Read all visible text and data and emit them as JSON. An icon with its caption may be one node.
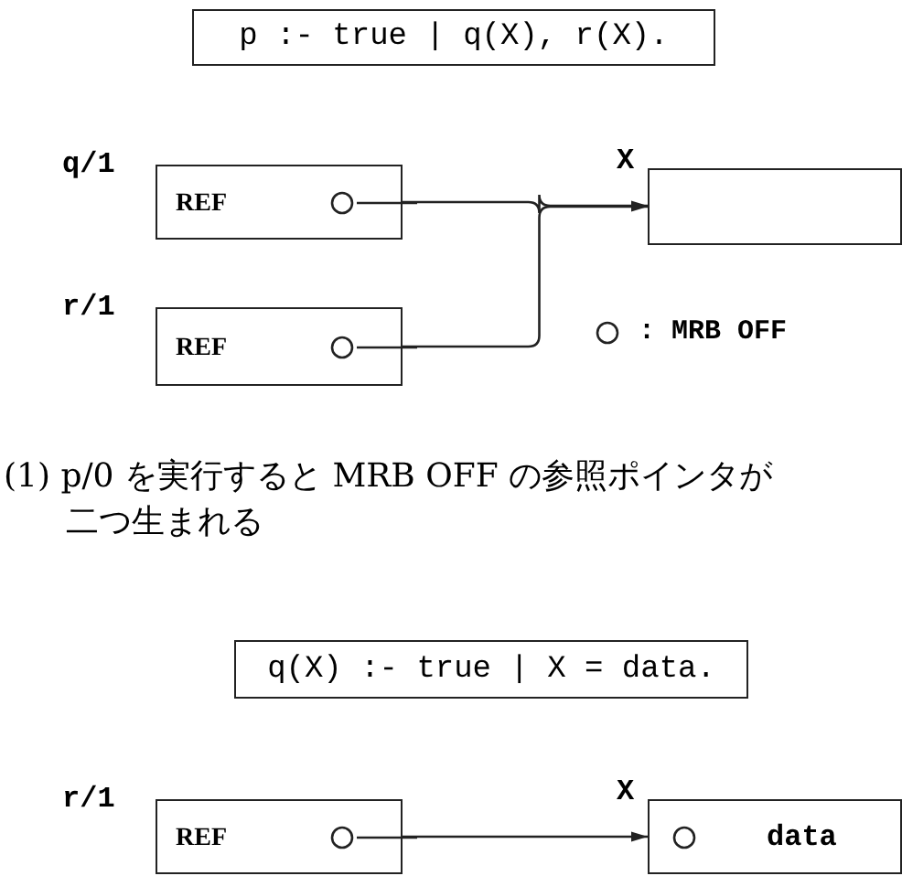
{
  "diagram": {
    "caption": "(1) p/0 を実行すると MRB OFF の参照ポインタが二つ生まれる",
    "nodes": [
      {
        "text": [
          "p :- true | q(X), r(X)."
        ]
      },
      {
        "text": [
          "q/1",
          "REF"
        ]
      },
      {
        "text": [
          "X"
        ]
      },
      {
        "text": [
          "r/1",
          "REF"
        ]
      },
      {
        "text": [
          "q(X) :- true | X = data."
        ]
      },
      {
        "text": [
          "r/1",
          "REF"
        ]
      },
      {
        "text": [
          "X",
          "data"
        ]
      }
    ],
    "edges": [
      {
        "from": 1,
        "to": 2,
        "arrow": "to"
      },
      {
        "from": 3,
        "to": 2,
        "arrow": "to"
      },
      {
        "from": 5,
        "to": 6,
        "arrow": "to"
      }
    ],
    "legend": [
      {
        "text": ": MRB OFF"
      }
    ]
  }
}
